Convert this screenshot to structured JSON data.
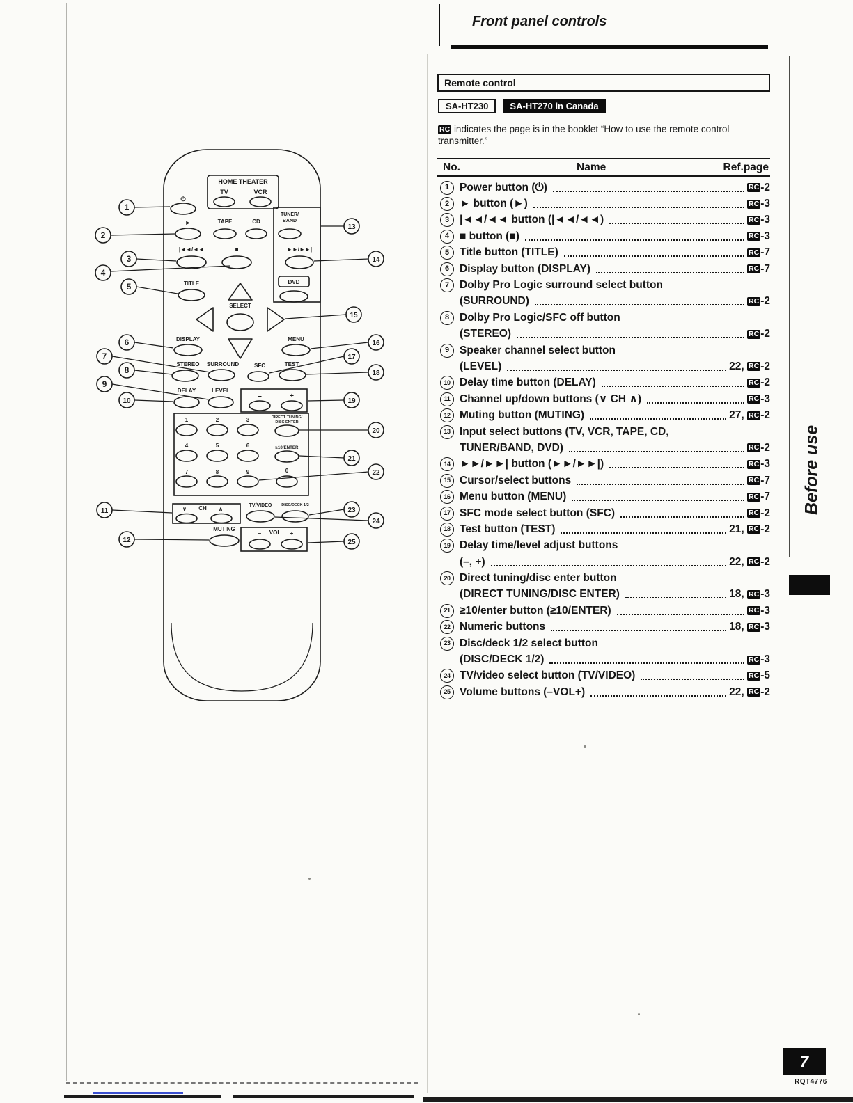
{
  "page": {
    "number": "7",
    "code": "RQT4776",
    "sidebar_label": "Before use",
    "header_title": "Front panel controls"
  },
  "section": {
    "box_title": "Remote control",
    "model_badges": [
      "SA-HT230",
      "SA-HT270 in Canada"
    ],
    "note": {
      "badge": "RC",
      "text": "indicates the page is in the booklet “How to use the remote control transmitter.”"
    }
  },
  "table": {
    "badge": "RC",
    "headers": {
      "no": "No.",
      "name": "Name",
      "ref": "Ref.page"
    },
    "rows": [
      {
        "no": "1",
        "lines": [
          {
            "text": "Power button (⏻)",
            "ref": {
              "pre": "",
              "suf": "-2"
            }
          }
        ]
      },
      {
        "no": "2",
        "lines": [
          {
            "text": "► button (►)",
            "ref": {
              "pre": "",
              "suf": "-3"
            }
          }
        ]
      },
      {
        "no": "3",
        "lines": [
          {
            "text": "|◄◄/◄◄ button (|◄◄/◄◄)",
            "ref": {
              "pre": "",
              "suf": "-3"
            }
          }
        ]
      },
      {
        "no": "4",
        "lines": [
          {
            "text": "■ button (■)",
            "ref": {
              "pre": "",
              "suf": "-3"
            }
          }
        ]
      },
      {
        "no": "5",
        "lines": [
          {
            "text": "Title button (TITLE)",
            "ref": {
              "pre": "",
              "suf": "-7"
            }
          }
        ]
      },
      {
        "no": "6",
        "lines": [
          {
            "text": "Display button (DISPLAY)",
            "ref": {
              "pre": "",
              "suf": "-7"
            }
          }
        ]
      },
      {
        "no": "7",
        "lines": [
          {
            "text": "Dolby Pro Logic surround select button"
          },
          {
            "text": "(SURROUND)",
            "ref": {
              "pre": "",
              "suf": "-2"
            }
          }
        ]
      },
      {
        "no": "8",
        "lines": [
          {
            "text": "Dolby Pro Logic/SFC off button"
          },
          {
            "text": "(STEREO)",
            "ref": {
              "pre": "",
              "suf": "-2"
            }
          }
        ]
      },
      {
        "no": "9",
        "lines": [
          {
            "text": "Speaker channel select button"
          },
          {
            "text": "(LEVEL)",
            "ref": {
              "pre": "22, ",
              "suf": "-2"
            }
          }
        ]
      },
      {
        "no": "10",
        "lines": [
          {
            "text": "Delay time button (DELAY)",
            "ref": {
              "pre": "",
              "suf": "-2"
            }
          }
        ]
      },
      {
        "no": "11",
        "lines": [
          {
            "text": "Channel up/down buttons (∨ CH ∧)",
            "ref": {
              "pre": "",
              "suf": "-3"
            }
          }
        ]
      },
      {
        "no": "12",
        "lines": [
          {
            "text": "Muting button (MUTING)",
            "ref": {
              "pre": "27, ",
              "suf": "-2"
            }
          }
        ]
      },
      {
        "no": "13",
        "lines": [
          {
            "text": "Input select buttons (TV, VCR, TAPE, CD,"
          },
          {
            "text": "TUNER/BAND, DVD)",
            "ref": {
              "pre": "",
              "suf": "-2"
            }
          }
        ]
      },
      {
        "no": "14",
        "lines": [
          {
            "text": "►►/►►| button (►►/►►|)",
            "ref": {
              "pre": "",
              "suf": "-3"
            }
          }
        ]
      },
      {
        "no": "15",
        "lines": [
          {
            "text": "Cursor/select buttons",
            "ref": {
              "pre": "",
              "suf": "-7"
            }
          }
        ]
      },
      {
        "no": "16",
        "lines": [
          {
            "text": "Menu button (MENU)",
            "ref": {
              "pre": "",
              "suf": "-7"
            }
          }
        ]
      },
      {
        "no": "17",
        "lines": [
          {
            "text": "SFC mode select button (SFC)",
            "ref": {
              "pre": "",
              "suf": "-2"
            }
          }
        ]
      },
      {
        "no": "18",
        "lines": [
          {
            "text": "Test button (TEST)",
            "ref": {
              "pre": "21, ",
              "suf": "-2"
            }
          }
        ]
      },
      {
        "no": "19",
        "lines": [
          {
            "text": "Delay time/level adjust buttons"
          },
          {
            "text": "(–, +)",
            "ref": {
              "pre": "22, ",
              "suf": "-2"
            }
          }
        ]
      },
      {
        "no": "20",
        "lines": [
          {
            "text": "Direct tuning/disc enter button"
          },
          {
            "text": "(DIRECT TUNING/DISC ENTER)",
            "ref": {
              "pre": "18, ",
              "suf": "-3"
            }
          }
        ]
      },
      {
        "no": "21",
        "lines": [
          {
            "text": "≥10/enter button (≥10/ENTER)",
            "ref": {
              "pre": "",
              "suf": "-3"
            }
          }
        ]
      },
      {
        "no": "22",
        "lines": [
          {
            "text": "Numeric buttons",
            "ref": {
              "pre": "18, ",
              "suf": "-3"
            }
          }
        ]
      },
      {
        "no": "23",
        "lines": [
          {
            "text": "Disc/deck 1/2 select button"
          },
          {
            "text": "(DISC/DECK 1/2)",
            "ref": {
              "pre": "",
              "suf": "-3"
            }
          }
        ]
      },
      {
        "no": "24",
        "lines": [
          {
            "text": "TV/video select button (TV/VIDEO)",
            "ref": {
              "pre": "",
              "suf": "-5"
            }
          }
        ]
      },
      {
        "no": "25",
        "lines": [
          {
            "text": "Volume buttons (–VOL+)",
            "ref": {
              "pre": "22, ",
              "suf": "-2"
            }
          }
        ]
      }
    ]
  },
  "remote": {
    "labels": {
      "power_symbol": "⏻",
      "home_theater": "HOME THEATER",
      "tv": "TV",
      "vcr": "VCR",
      "play": "►",
      "tape": "TAPE",
      "cd": "CD",
      "tuner_line1": "TUNER/",
      "tuner_line2": "BAND",
      "skip_back": "|◄◄/◄◄",
      "stop": "■",
      "skip_fwd": "►►/►►|",
      "title_btn": "TITLE",
      "dvd": "DVD",
      "select": "SELECT",
      "display": "DISPLAY",
      "menu": "MENU",
      "stereo": "STEREO",
      "surround": "SURROUND",
      "sfc": "SFC",
      "test": "TEST",
      "delay": "DELAY",
      "level": "LEVEL",
      "minus": "–",
      "plus": "+",
      "d1": "1",
      "d2": "2",
      "d3": "3",
      "d4": "4",
      "d5": "5",
      "d6": "6",
      "d7": "7",
      "d8": "8",
      "d9": "9",
      "d0": "0",
      "direct_line1": "DIRECT TUNING/",
      "direct_line2": "DISC ENTER",
      "ten_enter": "≥10/ENTER",
      "ch_down": "∨",
      "ch": "CH",
      "ch_up": "∧",
      "tv_video": "TV/VIDEO",
      "disc_deck": "DISC/DECK 1/2",
      "muting": "MUTING",
      "vol": "VOL"
    },
    "callouts": [
      "1",
      "2",
      "3",
      "4",
      "5",
      "6",
      "7",
      "8",
      "9",
      "10",
      "11",
      "12",
      "13",
      "14",
      "15",
      "16",
      "17",
      "18",
      "19",
      "20",
      "21",
      "22",
      "23",
      "24",
      "25"
    ]
  }
}
